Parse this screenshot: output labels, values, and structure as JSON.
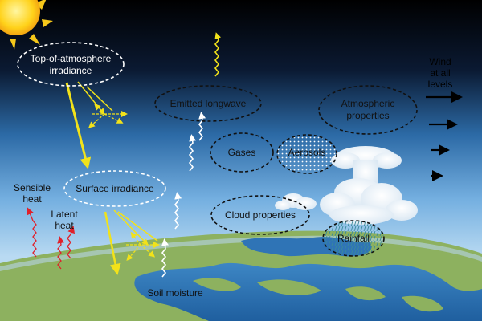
{
  "labels": {
    "toa_line1": "Top-of-atmosphere",
    "toa_line2": "irradiance",
    "surface_irradiance": "Surface irradiance",
    "emitted_longwave": "Emitted longwave",
    "atmospheric_line1": "Atmospheric",
    "atmospheric_line2": "properties",
    "gases": "Gases",
    "aerosols": "Aerosols",
    "cloud_properties": "Cloud properties",
    "rainfall": "Rainfall",
    "sensible_line1": "Sensible",
    "sensible_line2": "heat",
    "latent_line1": "Latent",
    "latent_line2": "heat",
    "soil_moisture": "Soil moisture",
    "wind_line1": "Wind",
    "wind_line2": "at all",
    "wind_line3": "levels"
  },
  "colors": {
    "shortwave": "#f2e21a",
    "longwave": "#ffffff",
    "heat": "#e0202a",
    "wind_arrow": "#000000",
    "sky_top": "#000000",
    "sky_bottom": "#8fc3e8",
    "land": "#8db15f",
    "ocean": "#2a6fb0"
  }
}
